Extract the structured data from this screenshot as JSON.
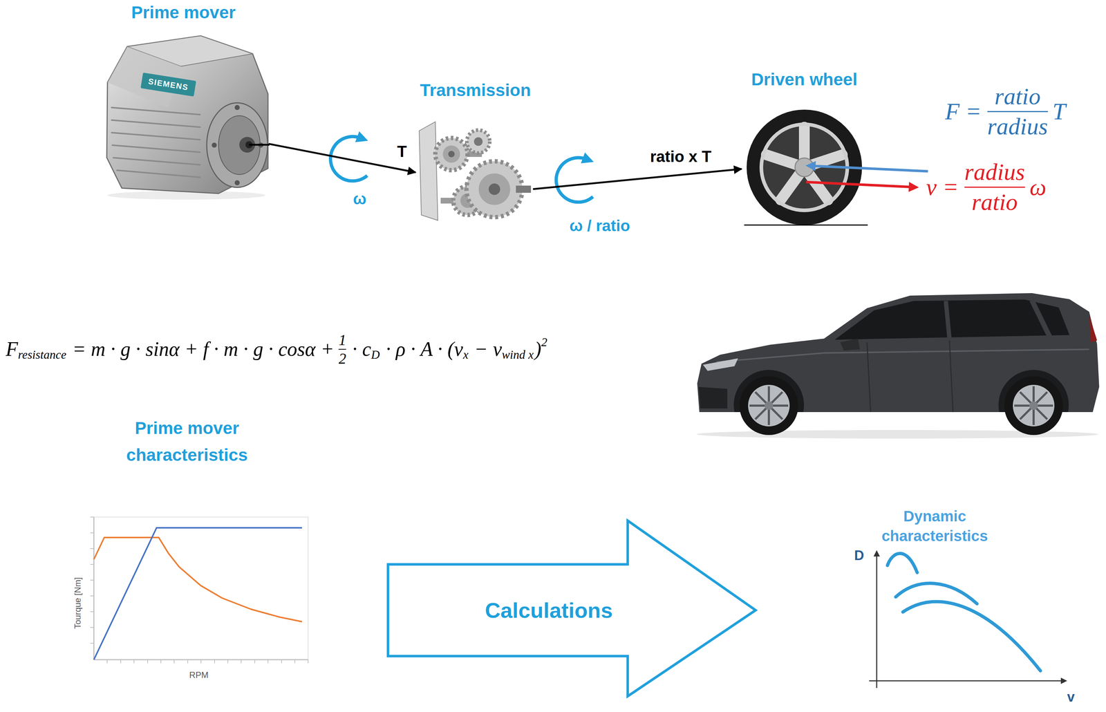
{
  "diagram": {
    "nodes": [
      {
        "text": [
          "Prime mover"
        ]
      },
      {
        "text": [
          "Transmission"
        ]
      },
      {
        "text": [
          "Driven wheel"
        ]
      },
      {
        "text": [
          "Prime mover characteristics",
          "Tourque [Nm]",
          "RPM"
        ]
      },
      {
        "text": [
          "Calculations"
        ]
      },
      {
        "text": [
          "Dynamic characteristics",
          "D",
          "v"
        ]
      }
    ],
    "edges": [
      {
        "from": 0,
        "to": 1,
        "arrow": "to",
        "label": "T"
      },
      {
        "from": 1,
        "to": 2,
        "arrow": "to",
        "label": "ratio x T"
      }
    ],
    "labels": [
      "SIEMENS",
      "ω",
      "ω / ratio",
      "F =",
      "ratio",
      "radius",
      "T",
      "v =",
      "radius",
      "ratio",
      "ω",
      "F",
      "resistance",
      "= m · g · sinα + f · m · g · cosα +",
      "1",
      "2",
      "· c",
      "D",
      "· ρ · A · (v",
      "x",
      "− v",
      "wind x",
      ")",
      "2"
    ]
  }
}
